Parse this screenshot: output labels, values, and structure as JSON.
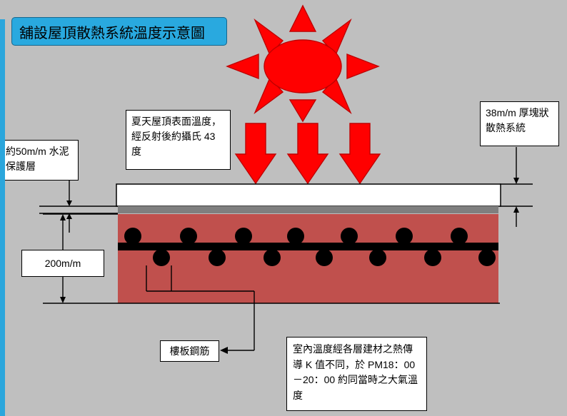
{
  "slide": {
    "title": "舖設屋頂散熱系統溫度示意圖"
  },
  "labels": {
    "summer_temp": "夏天屋頂表面溫度，經反射後約攝氏 43 度",
    "block_system": "38m/m 厚塊狀散熱系統",
    "cement_layer": "約50m/m 水泥保護層",
    "slab_thickness": "200m/m",
    "floor_rebar": "樓板鋼筋",
    "indoor_temp": "室內溫度經各層建材之熱傳導 K 值不同，於 PM18：00－20：00 約同當時之大氣溫度"
  },
  "colors": {
    "bg": "#BFBFBF",
    "title-bg": "#29A9DF",
    "edge-blue": "#2BA6DC",
    "red": "#FF0000",
    "red-dark": "#C00000",
    "slab": "#C0504D",
    "gray-layer": "#7F7F7F",
    "line": "#000000",
    "box-bg": "#FFFFFF"
  }
}
